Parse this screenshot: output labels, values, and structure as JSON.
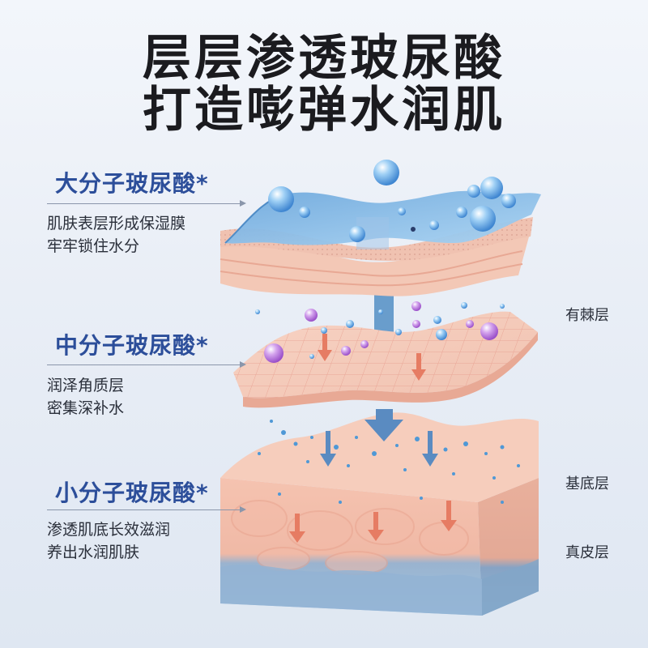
{
  "title": {
    "line1": "层层渗透玻尿酸",
    "line2": "打造嘭弹水润肌"
  },
  "sections": [
    {
      "header": "大分子玻尿酸*",
      "desc": [
        "肌肤表层形成保湿膜",
        "牢牢锁住水分"
      ]
    },
    {
      "header": "中分子玻尿酸*",
      "desc": [
        "润泽角质层",
        "密集深补水"
      ]
    },
    {
      "header": "小分子玻尿酸*",
      "desc": [
        "渗透肌底长效滋润",
        "养出水润肌肤"
      ]
    }
  ],
  "layer_labels": {
    "spinous": "有棘层",
    "basal": "基底层",
    "dermis": "真皮层"
  },
  "colors": {
    "title": "#1b1b1f",
    "header": "#2c4e9a",
    "film_blue": "#7fb6e6",
    "skin_pink": "#f4c6b6",
    "dermis_blue": "#8fb6d8",
    "arrow_orange": "#e7836b",
    "arrow_blue": "#5a8bc1",
    "molecule_purple": "#b674d8"
  }
}
